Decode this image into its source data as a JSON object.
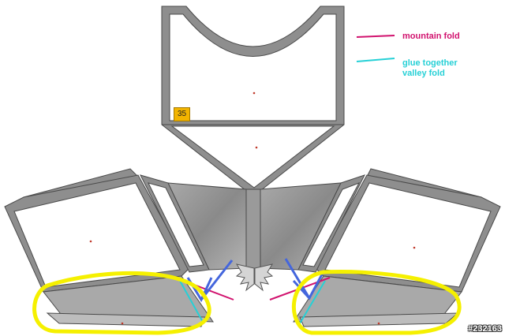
{
  "legend": {
    "mountain_fold": "mountain fold",
    "glue_together": "glue together",
    "valley_fold": "valley fold",
    "mountain_color": "#d1126e",
    "valley_color": "#26d0d6"
  },
  "page_number": "35",
  "watermark": "#232163",
  "colors": {
    "panel_fill": "#8e8e8e",
    "panel_stroke": "#4a4a4a",
    "highlight": "#f5f000",
    "arrow": "#4466dd"
  }
}
